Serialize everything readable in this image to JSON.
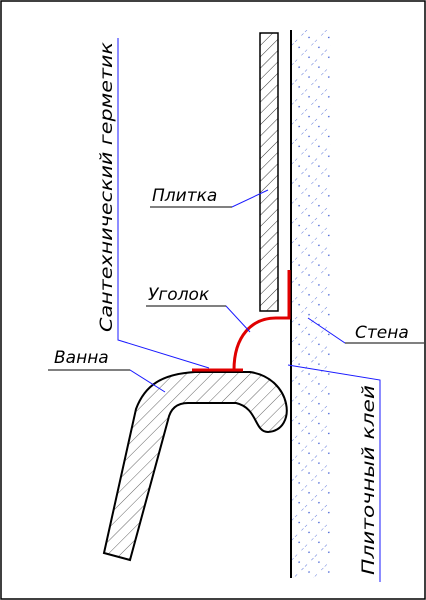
{
  "labels": {
    "tile": "Плитка",
    "corner": "Уголок",
    "wall": "Стена",
    "bath": "Ванна",
    "sealant": "Сантехнический герметик",
    "adhesive": "Плиточный клей"
  },
  "colors": {
    "line": "#000000",
    "leader": "#1a1aff",
    "profile": "#e00000",
    "background": "#ffffff"
  }
}
